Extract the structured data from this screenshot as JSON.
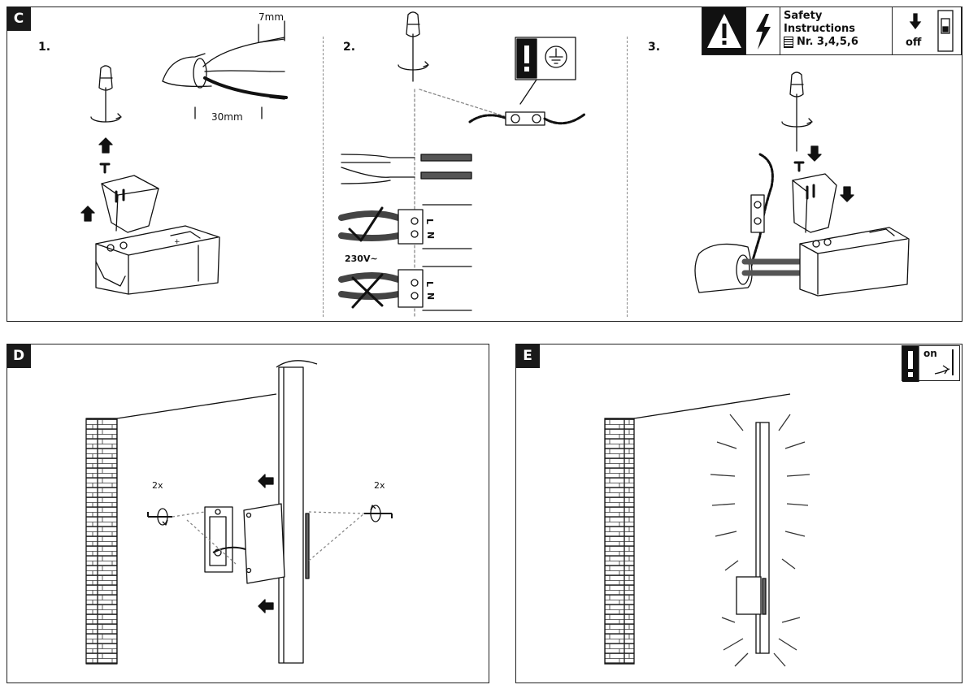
{
  "panels": {
    "c": {
      "tag": "C",
      "step1": "1.",
      "step2": "2.",
      "step3": "3.",
      "strip_short": "7mm",
      "strip_long": "30mm",
      "voltage": "230V~",
      "terminal_l": "L",
      "terminal_n": "N"
    },
    "d": {
      "tag": "D",
      "screws_left": "2x",
      "screws_right": "2x"
    },
    "e": {
      "tag": "E",
      "on_label": "on"
    }
  },
  "safety": {
    "line1": "Safety",
    "line2": "Instructions",
    "line3": "Nr. 3,4,5,6",
    "off_label": "off"
  },
  "colors": {
    "ink": "#111111",
    "border": "#222222",
    "tag_bg": "#1a1a1a"
  }
}
